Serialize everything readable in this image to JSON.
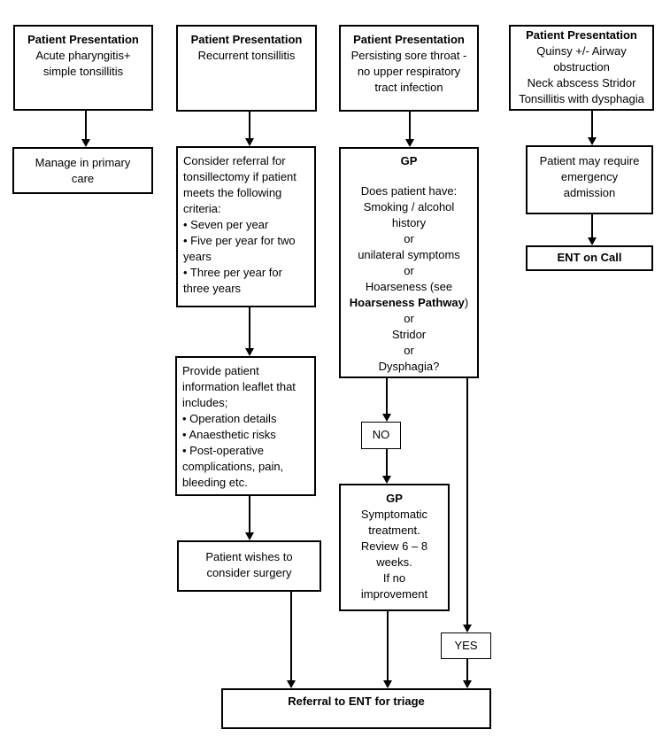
{
  "diagram": {
    "type": "clinical-pathway-flowchart",
    "colors": {
      "background": "#ffffff",
      "border": "#000000",
      "text": "#000000"
    },
    "nodes": {
      "c1_presentation": {
        "title": "Patient Presentation",
        "body": "Acute pharyngitis+\nsimple tonsillitis"
      },
      "c1_manage": {
        "body": "Manage in primary\ncare"
      },
      "c2_presentation": {
        "title": "Patient Presentation",
        "body": "Recurrent tonsillitis"
      },
      "c2_criteria": {
        "body": "Consider referral for\ntonsillectomy if patient\nmeets the following\ncriteria:\n• Seven per year\n• Five per year for two\nyears\n• Three per year for\nthree years"
      },
      "c2_leaflet": {
        "body": "Provide patient\ninformation leaflet that\nincludes;\n• Operation details\n• Anaesthetic risks\n• Post-operative\ncomplications, pain,\nbleeding etc."
      },
      "c2_surgery": {
        "body": "Patient wishes to\nconsider surgery"
      },
      "c3_presentation": {
        "title": "Patient Presentation",
        "body": "Persisting sore throat -\nno upper respiratory\ntract infection"
      },
      "c3_gp_question": {
        "title": "GP",
        "body_pre": "Does patient have:\nSmoking / alcohol\nhistory\nor\nunilateral symptoms\nor\nHoarseness (see\n",
        "body_bold": "Hoarseness Pathway",
        "body_post": ")\nor\nStridor\nor\nDysphagia?"
      },
      "no_label": "NO",
      "c3_gp_treatment": {
        "title": "GP",
        "body": "Symptomatic\ntreatment.\nReview 6 – 8\nweeks.\nIf no\nimprovement"
      },
      "yes_label": "YES",
      "c4_presentation": {
        "title": "Patient Presentation",
        "body": "Quinsy +/- Airway\nobstruction\nNeck abscess Stridor\nTonsillitis with dysphagia"
      },
      "c4_emergency": {
        "body": "Patient may require\nemergency\nadmission"
      },
      "c4_ent_on_call": {
        "body": "ENT on Call"
      },
      "referral": {
        "body": "Referral to ENT for triage"
      }
    }
  }
}
